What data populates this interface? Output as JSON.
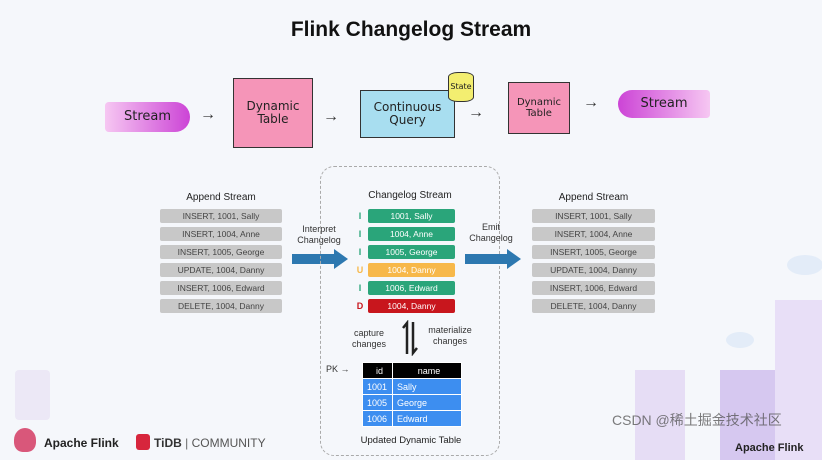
{
  "title": "Flink Changelog Stream",
  "sketch": {
    "stream_in": "Stream",
    "table_in": "Dynamic Table",
    "query": "Continuous Query",
    "state": "State",
    "table_out": "Dynamic Table",
    "stream_out": "Stream"
  },
  "left": {
    "header": "Append Stream",
    "rows": [
      "INSERT, 1001, Sally",
      "INSERT, 1004, Anne",
      "INSERT, 1005, George",
      "UPDATE, 1004, Danny",
      "INSERT, 1006, Edward",
      "DELETE, 1004, Danny"
    ]
  },
  "interpret": "Interpret Changelog",
  "emit": "Emit Changelog",
  "changelog": {
    "header": "Changelog Stream",
    "rows": [
      {
        "op": "I",
        "text": "1001, Sally",
        "color": "#2aa57a"
      },
      {
        "op": "I",
        "text": "1004, Anne",
        "color": "#2aa57a"
      },
      {
        "op": "I",
        "text": "1005, George",
        "color": "#2aa57a"
      },
      {
        "op": "U",
        "text": "1004, Danny",
        "color": "#f7b84a"
      },
      {
        "op": "I",
        "text": "1006, Edward",
        "color": "#2aa57a"
      },
      {
        "op": "D",
        "text": "1004, Danny",
        "color": "#c8161d"
      }
    ]
  },
  "right": {
    "header": "Append Stream",
    "rows": [
      "INSERT, 1001, Sally",
      "INSERT, 1004, Anne",
      "INSERT, 1005, George",
      "UPDATE, 1004, Danny",
      "INSERT, 1006, Edward",
      "DELETE, 1004, Danny"
    ]
  },
  "capture": "capture changes",
  "materialize": "materialize changes",
  "pk": "PK",
  "table": {
    "headers": [
      "id",
      "name"
    ],
    "rows": [
      [
        "1001",
        "Sally"
      ],
      [
        "1005",
        "George"
      ],
      [
        "1006",
        "Edward"
      ]
    ],
    "caption": "Updated Dynamic Table"
  },
  "footer": {
    "flink": "Apache Flink",
    "tidb": "TiDB",
    "community": "COMMUNITY",
    "watermark": "CSDN @稀土掘金技术社区",
    "flink_right": "Apache Flink"
  }
}
